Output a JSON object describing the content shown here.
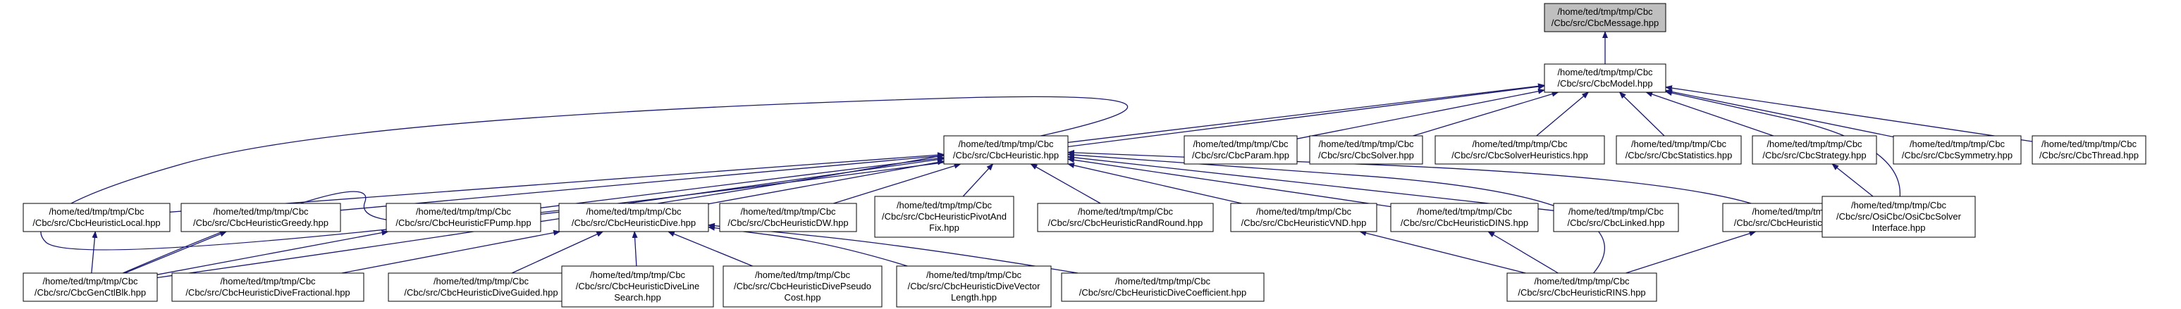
{
  "colors": {
    "edge": "#191970",
    "node_fill": "#ffffff",
    "node_border": "#000000",
    "root_fill": "#bfbfbf"
  },
  "nodes": [
    {
      "id": "CbcMessage",
      "lines": [
        "/home/ted/tmp/tmp/Cbc",
        "/Cbc/src/CbcMessage.hpp"
      ],
      "root": true
    },
    {
      "id": "CbcModel",
      "lines": [
        "/home/ted/tmp/tmp/Cbc",
        "/Cbc/src/CbcModel.hpp"
      ]
    },
    {
      "id": "CbcHeuristic",
      "lines": [
        "/home/ted/tmp/tmp/Cbc",
        "/Cbc/src/CbcHeuristic.hpp"
      ]
    },
    {
      "id": "CbcParam",
      "lines": [
        "/home/ted/tmp/tmp/Cbc",
        "/Cbc/src/CbcParam.hpp"
      ]
    },
    {
      "id": "CbcSolver",
      "lines": [
        "/home/ted/tmp/tmp/Cbc",
        "/Cbc/src/CbcSolver.hpp"
      ]
    },
    {
      "id": "CbcSolverHeuristics",
      "lines": [
        "/home/ted/tmp/tmp/Cbc",
        "/Cbc/src/CbcSolverHeuristics.hpp"
      ]
    },
    {
      "id": "CbcStatistics",
      "lines": [
        "/home/ted/tmp/tmp/Cbc",
        "/Cbc/src/CbcStatistics.hpp"
      ]
    },
    {
      "id": "CbcStrategy",
      "lines": [
        "/home/ted/tmp/tmp/Cbc",
        "/Cbc/src/CbcStrategy.hpp"
      ]
    },
    {
      "id": "CbcSymmetry",
      "lines": [
        "/home/ted/tmp/tmp/Cbc",
        "/Cbc/src/CbcSymmetry.hpp"
      ]
    },
    {
      "id": "CbcThread",
      "lines": [
        "/home/ted/tmp/tmp/Cbc",
        "/Cbc/src/CbcThread.hpp"
      ]
    },
    {
      "id": "CbcHeuristicLocal",
      "lines": [
        "/home/ted/tmp/tmp/Cbc",
        "/Cbc/src/CbcHeuristicLocal.hpp"
      ]
    },
    {
      "id": "CbcHeuristicGreedy",
      "lines": [
        "/home/ted/tmp/tmp/Cbc",
        "/Cbc/src/CbcHeuristicGreedy.hpp"
      ]
    },
    {
      "id": "CbcHeuristicFPump",
      "lines": [
        "/home/ted/tmp/tmp/Cbc",
        "/Cbc/src/CbcHeuristicFPump.hpp"
      ]
    },
    {
      "id": "CbcHeuristicDive",
      "lines": [
        "/home/ted/tmp/tmp/Cbc",
        "/Cbc/src/CbcHeuristicDive.hpp"
      ]
    },
    {
      "id": "CbcHeuristicDW",
      "lines": [
        "/home/ted/tmp/tmp/Cbc",
        "/Cbc/src/CbcHeuristicDW.hpp"
      ]
    },
    {
      "id": "CbcHeuristicPivotAndFix",
      "lines": [
        "/home/ted/tmp/tmp/Cbc",
        "/Cbc/src/CbcHeuristicPivotAnd",
        "Fix.hpp"
      ]
    },
    {
      "id": "CbcHeuristicRandRound",
      "lines": [
        "/home/ted/tmp/tmp/Cbc",
        "/Cbc/src/CbcHeuristicRandRound.hpp"
      ]
    },
    {
      "id": "CbcHeuristicVND",
      "lines": [
        "/home/ted/tmp/tmp/Cbc",
        "/Cbc/src/CbcHeuristicVND.hpp"
      ]
    },
    {
      "id": "CbcHeuristicDINS",
      "lines": [
        "/home/ted/tmp/tmp/Cbc",
        "/Cbc/src/CbcHeuristicDINS.hpp"
      ]
    },
    {
      "id": "CbcLinked",
      "lines": [
        "/home/ted/tmp/tmp/Cbc",
        "/Cbc/src/CbcLinked.hpp"
      ]
    },
    {
      "id": "CbcHeuristicRENS",
      "lines": [
        "/home/ted/tmp/tmp/Cbc",
        "/Cbc/src/CbcHeuristicRENS.hpp"
      ]
    },
    {
      "id": "OsiCbcSolverInterface",
      "lines": [
        "/home/ted/tmp/tmp/Cbc",
        "/Cbc/src/OsiCbc/OsiCbcSolver",
        "Interface.hpp"
      ]
    },
    {
      "id": "CbcGenCtlBlk",
      "lines": [
        "/home/ted/tmp/tmp/Cbc",
        "/Cbc/src/CbcGenCtlBlk.hpp"
      ]
    },
    {
      "id": "CbcHeuristicDiveFractional",
      "lines": [
        "/home/ted/tmp/tmp/Cbc",
        "/Cbc/src/CbcHeuristicDiveFractional.hpp"
      ]
    },
    {
      "id": "CbcHeuristicDiveGuided",
      "lines": [
        "/home/ted/tmp/tmp/Cbc",
        "/Cbc/src/CbcHeuristicDiveGuided.hpp"
      ]
    },
    {
      "id": "CbcHeuristicDiveLineSearch",
      "lines": [
        "/home/ted/tmp/tmp/Cbc",
        "/Cbc/src/CbcHeuristicDiveLine",
        "Search.hpp"
      ]
    },
    {
      "id": "CbcHeuristicDivePseudoCost",
      "lines": [
        "/home/ted/tmp/tmp/Cbc",
        "/Cbc/src/CbcHeuristicDivePseudo",
        "Cost.hpp"
      ]
    },
    {
      "id": "CbcHeuristicDiveVectorLength",
      "lines": [
        "/home/ted/tmp/tmp/Cbc",
        "/Cbc/src/CbcHeuristicDiveVector",
        "Length.hpp"
      ]
    },
    {
      "id": "CbcHeuristicDiveCoefficient",
      "lines": [
        "/home/ted/tmp/tmp/Cbc",
        "/Cbc/src/CbcHeuristicDiveCoefficient.hpp"
      ]
    },
    {
      "id": "CbcHeuristicRINS",
      "lines": [
        "/home/ted/tmp/tmp/Cbc",
        "/Cbc/src/CbcHeuristicRINS.hpp"
      ]
    }
  ],
  "edges": [
    [
      "CbcMessage",
      "CbcModel"
    ],
    [
      "CbcModel",
      "CbcHeuristic"
    ],
    [
      "CbcModel",
      "CbcParam"
    ],
    [
      "CbcModel",
      "CbcSolver"
    ],
    [
      "CbcModel",
      "CbcSolverHeuristics"
    ],
    [
      "CbcModel",
      "CbcStatistics"
    ],
    [
      "CbcModel",
      "CbcStrategy"
    ],
    [
      "CbcModel",
      "CbcSymmetry"
    ],
    [
      "CbcModel",
      "CbcThread"
    ],
    [
      "CbcModel",
      "OsiCbcSolverInterface"
    ],
    [
      "CbcModel",
      "CbcGenCtlBlk"
    ],
    [
      "CbcHeuristic",
      "CbcHeuristicLocal"
    ],
    [
      "CbcHeuristic",
      "CbcHeuristicGreedy"
    ],
    [
      "CbcHeuristic",
      "CbcHeuristicFPump"
    ],
    [
      "CbcHeuristic",
      "CbcHeuristicDive"
    ],
    [
      "CbcHeuristic",
      "CbcHeuristicDW"
    ],
    [
      "CbcHeuristic",
      "CbcHeuristicPivotAndFix"
    ],
    [
      "CbcHeuristic",
      "CbcHeuristicRandRound"
    ],
    [
      "CbcHeuristic",
      "CbcHeuristicVND"
    ],
    [
      "CbcHeuristic",
      "CbcHeuristicDINS"
    ],
    [
      "CbcHeuristic",
      "CbcLinked"
    ],
    [
      "CbcHeuristic",
      "CbcHeuristicRENS"
    ],
    [
      "CbcHeuristic",
      "CbcHeuristicRINS"
    ],
    [
      "CbcHeuristic",
      "CbcGenCtlBlk"
    ],
    [
      "CbcStrategy",
      "OsiCbcSolverInterface"
    ],
    [
      "CbcHeuristicLocal",
      "CbcGenCtlBlk"
    ],
    [
      "CbcHeuristicGreedy",
      "CbcGenCtlBlk"
    ],
    [
      "CbcHeuristicFPump",
      "CbcGenCtlBlk"
    ],
    [
      "CbcHeuristicDive",
      "CbcHeuristicDiveFractional"
    ],
    [
      "CbcHeuristicDive",
      "CbcHeuristicDiveGuided"
    ],
    [
      "CbcHeuristicDive",
      "CbcHeuristicDiveLineSearch"
    ],
    [
      "CbcHeuristicDive",
      "CbcHeuristicDivePseudoCost"
    ],
    [
      "CbcHeuristicDive",
      "CbcHeuristicDiveVectorLength"
    ],
    [
      "CbcHeuristicDive",
      "CbcHeuristicDiveCoefficient"
    ],
    [
      "CbcHeuristicVND",
      "CbcHeuristicRINS"
    ],
    [
      "CbcHeuristicDINS",
      "CbcHeuristicRINS"
    ],
    [
      "CbcHeuristicRENS",
      "CbcHeuristicRINS"
    ]
  ]
}
